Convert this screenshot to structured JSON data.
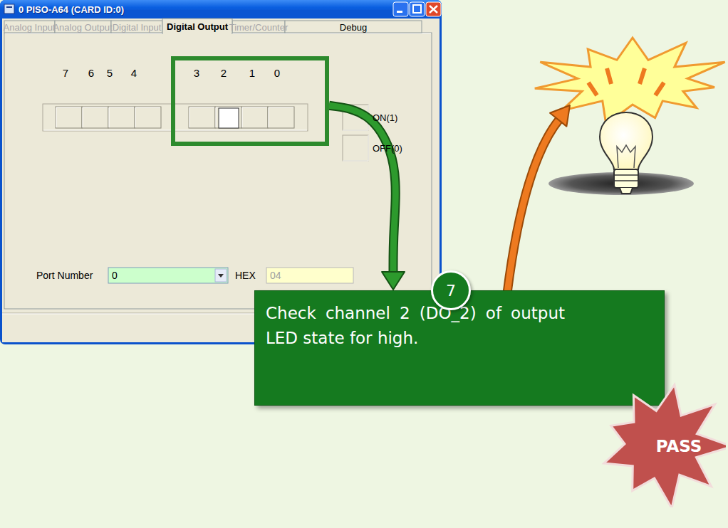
{
  "diagram": {
    "nodes": [
      {
        "text": [
          "0 PISO-A64 (CARD ID:0)"
        ]
      },
      {
        "text": [
          "3",
          "2",
          "1",
          "0"
        ],
        "in": 0
      },
      {
        "text": [
          "Check channel 2 (DO_2) of output LED state for high."
        ]
      },
      {
        "text": [
          "7"
        ]
      },
      {
        "text": [
          "PASS"
        ]
      }
    ],
    "edges": [
      {
        "from": 1,
        "to": 2,
        "arrow": "to"
      }
    ],
    "labels": [
      "Analog Input",
      "Analog Output",
      "Digital Input",
      "Digital Output",
      "Timer/Counter",
      "Debug",
      "7",
      "6",
      "5",
      "4",
      "ON(1)",
      "OFF(0)",
      "Port Number",
      "0",
      "HEX",
      "04"
    ]
  }
}
